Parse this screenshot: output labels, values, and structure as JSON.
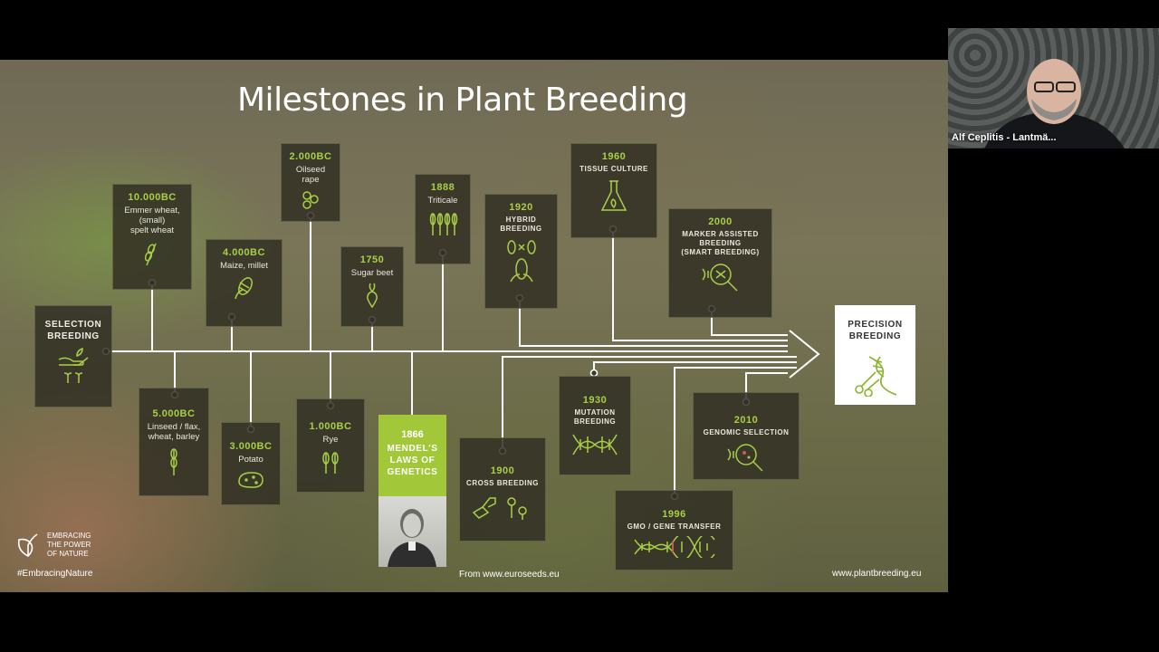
{
  "slide": {
    "title": "Milestones in Plant Breeding",
    "source": "From www.euroseeds.eu",
    "website": "www.plantbreeding.eu",
    "hashtag": "#EmbracingNature",
    "logo_text": "EMBRACING\nTHE POWER\nOF NATURE",
    "accent_color": "#a9cf46",
    "start": {
      "label": "SELECTION\nBREEDING",
      "icon": "hand-sprout-icon"
    },
    "end": {
      "label": "PRECISION\nBREEDING",
      "icon": "dna-scissors-icon"
    },
    "mendel": {
      "year": "1866",
      "label": "MENDEL'S\nLAWS OF\nGENETICS"
    },
    "milestones": [
      {
        "year": "10.000BC",
        "label": "Emmer wheat,\n(small)\nspelt wheat",
        "icon": "wheat-icon"
      },
      {
        "year": "5.000BC",
        "label": "Linseed / flax,\nwheat, barley",
        "icon": "wheat-icon"
      },
      {
        "year": "4.000BC",
        "label": "Maize, millet",
        "icon": "corn-icon"
      },
      {
        "year": "3.000BC",
        "label": "Potato",
        "icon": "potato-icon"
      },
      {
        "year": "2.000BC",
        "label": "Oilseed\nrape",
        "icon": "seeds-icon"
      },
      {
        "year": "1.000BC",
        "label": "Rye",
        "icon": "rye-icon"
      },
      {
        "year": "1750",
        "label": "Sugar beet",
        "icon": "beet-icon"
      },
      {
        "year": "1888",
        "label": "Triticale",
        "icon": "triticale-icon"
      },
      {
        "year": "1900",
        "label": "CROSS BREEDING",
        "icon": "cross-breeding-icon"
      },
      {
        "year": "1920",
        "label": "HYBRID\nBREEDING",
        "icon": "hybrid-corn-icon"
      },
      {
        "year": "1930",
        "label": "MUTATION\nBREEDING",
        "icon": "dna-icon"
      },
      {
        "year": "1960",
        "label": "TISSUE CULTURE",
        "icon": "flask-icon"
      },
      {
        "year": "1996",
        "label": "GMO / GENE TRANSFER",
        "icon": "dna-long-icon"
      },
      {
        "year": "2000",
        "label": "MARKER ASSISTED\nBREEDING\n(SMART BREEDING)",
        "icon": "magnifier-dna-icon"
      },
      {
        "year": "2010",
        "label": "GENOMIC SELECTION",
        "icon": "magnifier-cell-icon"
      }
    ]
  },
  "participant": {
    "name": "Alf Ceplitis - Lantmä..."
  }
}
